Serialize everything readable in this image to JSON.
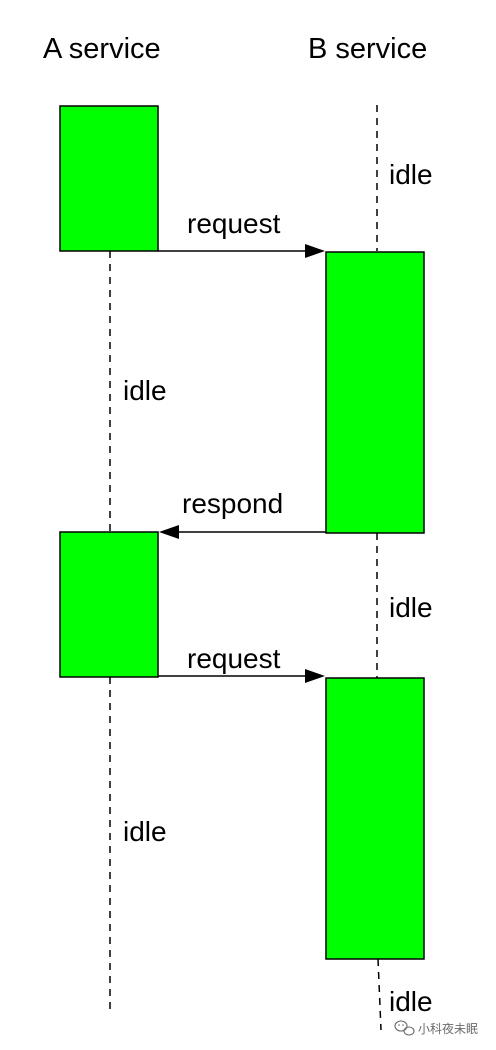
{
  "participants": {
    "a": {
      "name": "A service"
    },
    "b": {
      "name": "B service"
    }
  },
  "colors": {
    "activation_fill": "#00ff00",
    "line": "#000000"
  },
  "messages": [
    {
      "label": "request",
      "from": "A service",
      "to": "B service"
    },
    {
      "label": "respond",
      "from": "B service",
      "to": "A service"
    },
    {
      "label": "request",
      "from": "A service",
      "to": "B service"
    }
  ],
  "idle_labels": {
    "b1": "idle",
    "a1": "idle",
    "b2": "idle",
    "a2": "idle",
    "b3": "idle"
  },
  "watermark": {
    "text": "小科夜未眠",
    "icon": "wechat-icon"
  }
}
